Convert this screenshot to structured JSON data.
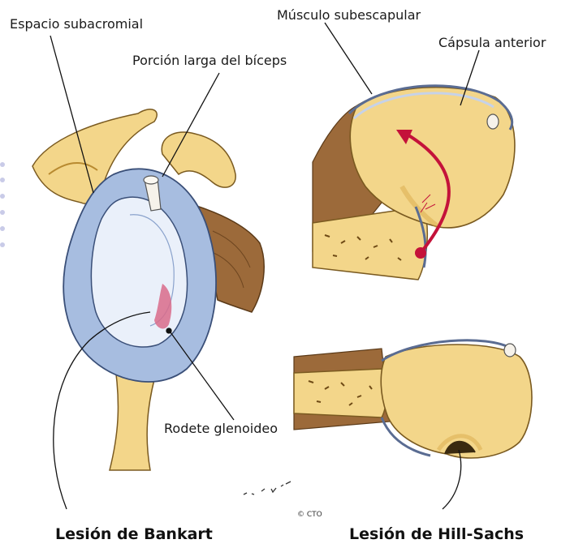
{
  "labels": {
    "subacromial_space": "Espacio subacromial",
    "biceps_long_head": "Porción larga del bíceps",
    "subscapularis": "Músculo subescapular",
    "anterior_capsule": "Cápsula anterior",
    "glenoid_labrum": "Rodete glenoideo"
  },
  "captions": {
    "bankart": "Lesión de Bankart",
    "hill_sachs": "Lesión de Hill-Sachs"
  },
  "copyright": "© CTO",
  "colors": {
    "bone": "#f3d68a",
    "bone_shade": "#d9a94a",
    "labrum_blue": "#a7bde0",
    "labrum_light": "#eaf0fa",
    "muscle": "#9c6a3a",
    "arrow_red": "#c4123a",
    "lesion_pink": "#d96b8a"
  }
}
